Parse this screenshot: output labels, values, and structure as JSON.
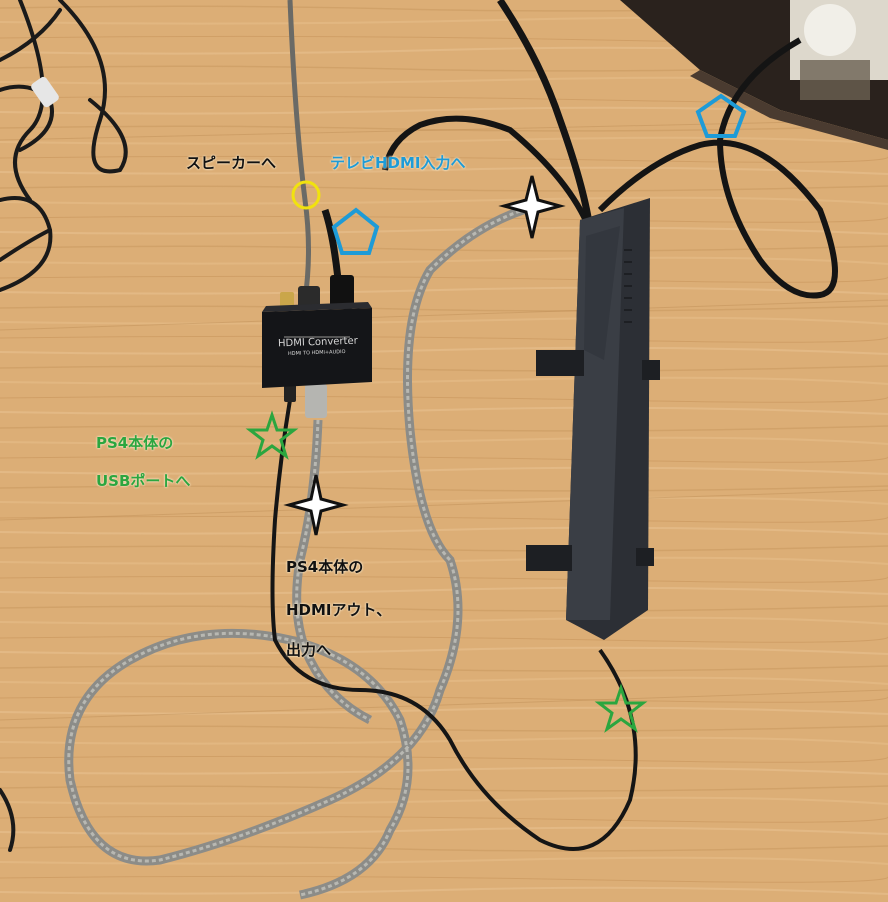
{
  "labels": {
    "speaker": "スピーカーへ",
    "tv_hdmi_input": "テレビHDMI入力へ",
    "ps4_usb_line1": "PS4本体の",
    "ps4_usb_line2": "USBポートへ",
    "ps4_hdmi_line1": "PS4本体の",
    "ps4_hdmi_line2": "HDMIアウト、",
    "ps4_hdmi_line3": "出力へ"
  },
  "device": {
    "title": "HDMI Converter",
    "subtitle": "HDMI TO HDMI+AUDIO"
  },
  "colors": {
    "floor": "#d9a971",
    "marker_yellow": "#f1e20e",
    "marker_blue": "#1e9bd7",
    "marker_green": "#2ba63f",
    "marker_black": "#111111"
  },
  "markers": [
    {
      "shape": "circle",
      "color": "yellow"
    },
    {
      "shape": "pentagon",
      "color": "blue"
    },
    {
      "shape": "pentagon",
      "color": "blue"
    },
    {
      "shape": "star",
      "color": "green"
    },
    {
      "shape": "star",
      "color": "green"
    },
    {
      "shape": "four-point-star",
      "color": "black"
    },
    {
      "shape": "four-point-star",
      "color": "black"
    }
  ]
}
